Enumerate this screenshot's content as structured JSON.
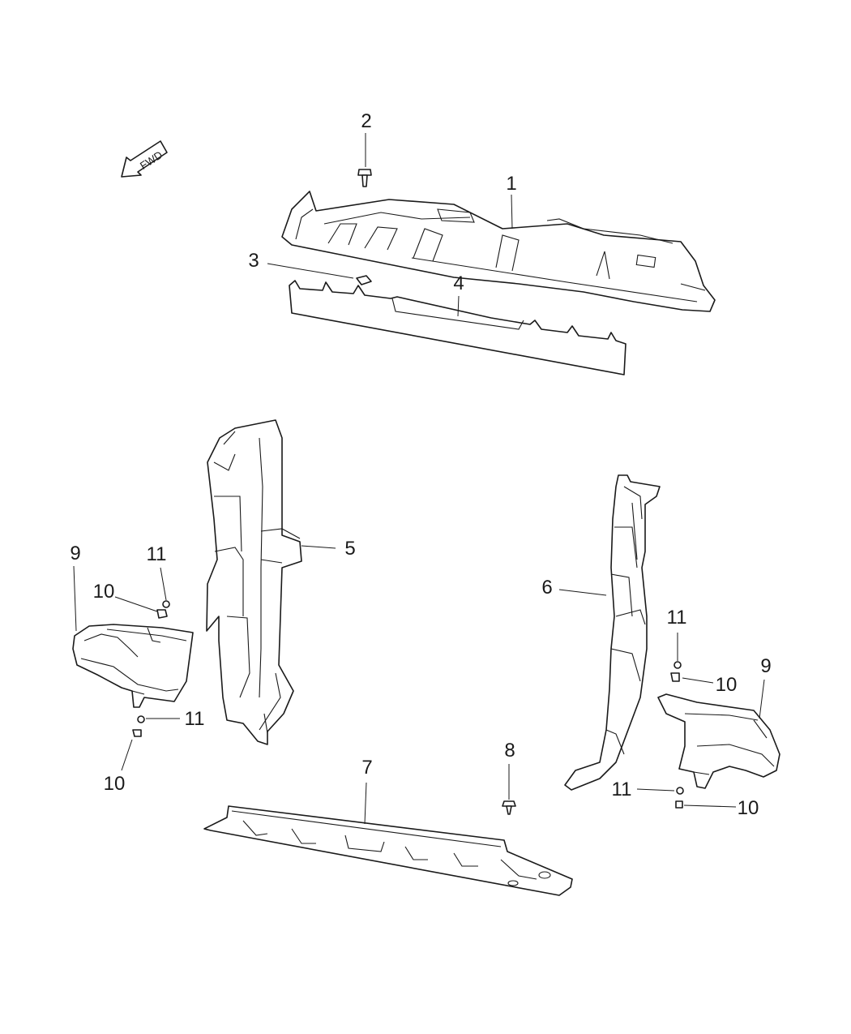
{
  "diagram": {
    "fwd_arrow_label": "FWD",
    "callouts": {
      "c1": "1",
      "c2": "2",
      "c3": "3",
      "c4": "4",
      "c5": "5",
      "c6": "6",
      "c7": "7",
      "c8": "8",
      "c9_left": "9",
      "c9_right": "9",
      "c10_left_upper": "10",
      "c10_left_lower": "10",
      "c10_right_upper": "10",
      "c10_right_lower": "10",
      "c11_left_upper": "11",
      "c11_left_lower": "11",
      "c11_right_upper": "11",
      "c11_right_lower": "11"
    }
  }
}
